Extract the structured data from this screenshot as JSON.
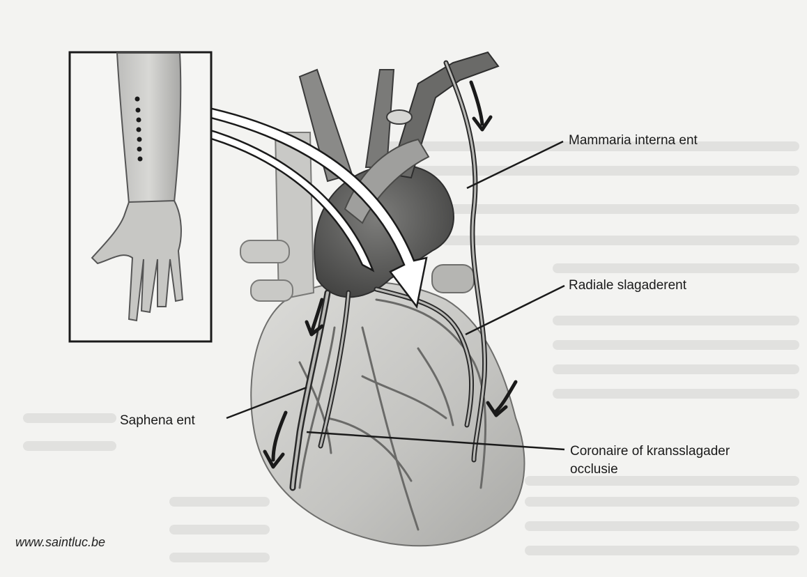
{
  "labels": {
    "mammaria": "Mammaria interna ent",
    "radiale": "Radiale slagaderent",
    "saphena": "Saphena ent",
    "coronaire_line1": "Coronaire of kransslagader",
    "coronaire_line2": "occlusie"
  },
  "credit": "www.saintluc.be",
  "colors": {
    "background": "#f3f3f1",
    "heart_dark": "#5e5e5e",
    "heart_mid": "#9a9a98",
    "heart_light": "#cfcfcc",
    "outline": "#1a1a1a",
    "arrow_fill": "#ffffff"
  }
}
